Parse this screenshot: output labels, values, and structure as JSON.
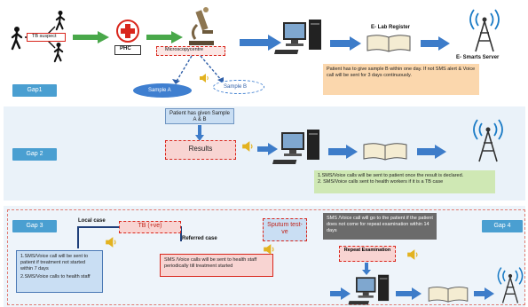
{
  "gaps": {
    "gap1": "Gap1",
    "gap2": "Gap 2",
    "gap3": "Gap 3",
    "gap4": "Gap 4"
  },
  "top": {
    "tb_suspect": "TB suspect",
    "phc": "PHC",
    "microscopy_centre": "Microscopycentre",
    "e_lab_register": "E- Lab Register",
    "e_smarts_server": "E- Smarts Server",
    "sample_a": "Sample A",
    "sample_b": "Sample B",
    "note": "Patient has to give sample  B within one  day.  If not SMS alert & Voice call will be sent for 3 days continuously."
  },
  "middle": {
    "patient_given": "Patient has given Sample A & B",
    "results": "Results",
    "note_line1": "1.SMS/Voice calls will be sent to patient once the result is declared.",
    "note_line2": "2. SMS/Voice calls sent to health workers if it is a TB case"
  },
  "bottom": {
    "local_case": "Local case",
    "tb_positive": "TB  (+ve)",
    "referred_case": "Referred case",
    "local_note_line1": "1.SMS/Voice call will be sent to patient if treatment not started within 7 days",
    "local_note_line2": "2.SMS/Voice calls  to health staff",
    "referred_note": "SMS /Voice calls will be sent to health staff periodically till treatment started",
    "sputum_test": "Sputum test- ve",
    "sputum_note": "SMS /Voice call will go to the patient  if the patient does not come for repeat examination within 14 days",
    "repeat_exam": "Repeat Examination"
  },
  "colors": {
    "gap_label": "#4a9fd1",
    "arrow_blue": "#3d7cc9",
    "arrow_green": "#49a84a",
    "note_orange": "#fbd7ad",
    "note_green": "#cfe8b4",
    "note_grey": "#6b6b6b",
    "note_blue": "#c9def3",
    "note_pink": "#f8d4d2",
    "red_dash": "#d9261c",
    "ellipse_blue": "#3f7fd0"
  }
}
